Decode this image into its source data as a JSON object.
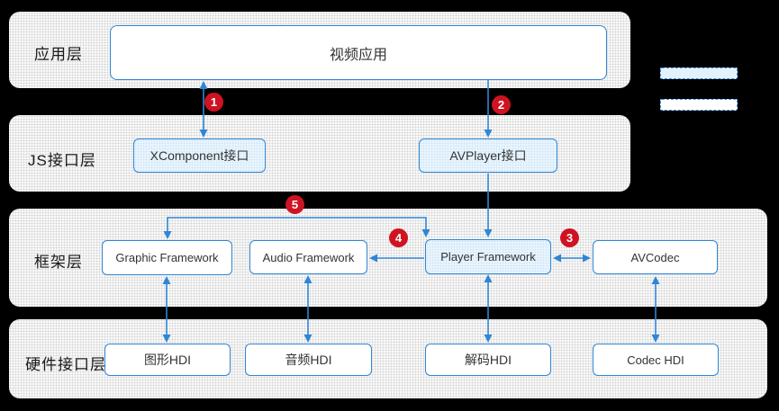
{
  "layers": [
    {
      "label": "应用层"
    },
    {
      "label": "JS接口层"
    },
    {
      "label": "框架层"
    },
    {
      "label": "硬件接口层"
    }
  ],
  "nodes": {
    "video_app": "视频应用",
    "xcomponent": "XComponent接口",
    "avplayer": "AVPlayer接口",
    "graphic_fw": "Graphic Framework",
    "audio_fw": "Audio Framework",
    "player_fw": "Player Framework",
    "avcodec": "AVCodec",
    "graphic_hdi": "图形HDI",
    "audio_hdi": "音频HDI",
    "decode_hdi": "解码HDI",
    "codec_hdi": "Codec HDI"
  },
  "badges": [
    "1",
    "2",
    "3",
    "4",
    "5"
  ],
  "colors": {
    "accent_blue": "#2e86d6",
    "highlight_fill": "#eef7fe",
    "badge_red": "#cf1322",
    "band_texture": "#d2d2d2"
  }
}
